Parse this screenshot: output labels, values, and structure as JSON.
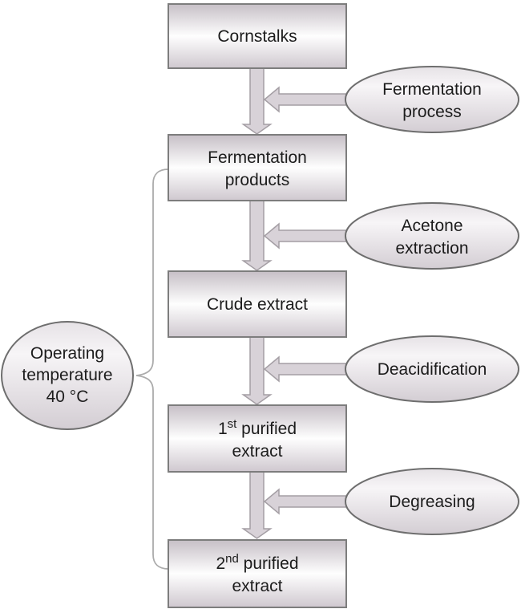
{
  "colors": {
    "box_fill_top": "#c6bfc6",
    "box_fill_mid": "#fefefe",
    "box_fill_bottom": "#cfc8cf",
    "ellipse_fill_top": "#e6e2e6",
    "ellipse_fill_mid": "#f7f5f7",
    "ellipse_fill_bottom": "#d3cdd3",
    "arrow_fill": "#d8d2d8",
    "arrow_stroke": "#a49ea4",
    "box_stroke": "#7d7d7d",
    "ellipse_stroke": "#6e6e6e",
    "connector_stroke": "#ababab",
    "text": "#1c1c1c"
  },
  "flow": {
    "boxes": [
      {
        "lines": [
          "Cornstalks"
        ]
      },
      {
        "lines": [
          "Fermentation",
          "products"
        ]
      },
      {
        "lines": [
          "Crude extract"
        ]
      },
      {
        "num": "1",
        "sup": "st",
        "rest": " purified",
        "line2": "extract"
      },
      {
        "num": "2",
        "sup": "nd",
        "rest": " purified",
        "line2": "extract"
      }
    ],
    "process_inputs": [
      {
        "lines": [
          "Fermentation",
          "process"
        ]
      },
      {
        "lines": [
          "Acetone",
          "extraction"
        ]
      },
      {
        "lines": [
          "Deacidification"
        ]
      },
      {
        "lines": [
          "Degreasing"
        ]
      }
    ],
    "condition": {
      "lines": [
        "Operating",
        "temperature",
        "40 °C"
      ]
    }
  }
}
